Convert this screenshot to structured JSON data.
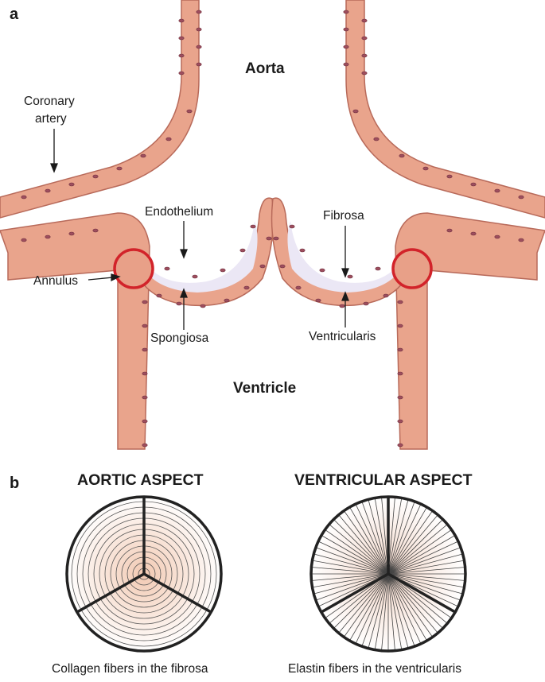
{
  "panel_a": {
    "letter": "a",
    "aorta": "Aorta",
    "ventricle": "Ventricle",
    "coronary_line1": "Coronary",
    "coronary_line2": "artery",
    "endothelium": "Endothelium",
    "fibrosa": "Fibrosa",
    "annulus": "Annulus",
    "spongiosa": "Spongiosa",
    "ventricularis": "Ventricularis"
  },
  "panel_b": {
    "letter": "b",
    "aortic_title": "AORTIC ASPECT",
    "aortic_caption": "Collagen fibers in the fibrosa",
    "ventricular_title": "VENTRICULAR ASPECT",
    "ventricular_caption": "Elastin fibers in the ventricularis"
  },
  "colors": {
    "vessel_wall": "#e9a48c",
    "vessel_wall_dark": "#b86a5a",
    "endothelial_cell": "#9e4e5e",
    "annulus_ring": "#d2232a",
    "leaflet_fill": "#ebe7f5",
    "outline": "#222222"
  }
}
